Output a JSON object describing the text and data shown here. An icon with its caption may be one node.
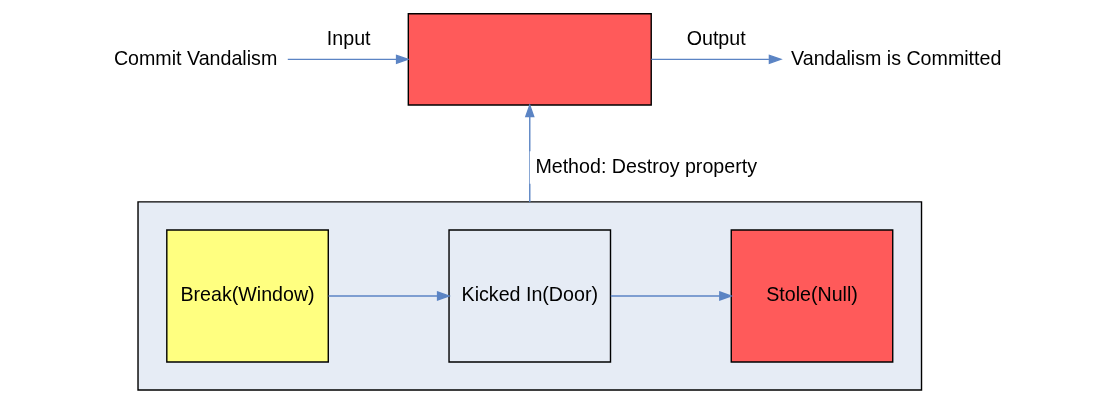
{
  "diagram": {
    "nodes": [
      {
        "text": [
          "Commit Vandalism"
        ]
      },
      {
        "text": [],
        "shape": "box"
      },
      {
        "text": [
          "Vandalism is Committed"
        ]
      },
      {
        "text": [],
        "shape": "box"
      },
      {
        "text": [
          "Break(Window)"
        ],
        "in": 3
      },
      {
        "text": [
          "Kicked In(Door)"
        ],
        "in": 3
      },
      {
        "text": [
          "Stole(Null)"
        ],
        "in": 3
      }
    ],
    "edges": [
      {
        "from": 0,
        "to": 1,
        "arrow": "to",
        "label": "Input"
      },
      {
        "from": 1,
        "to": 2,
        "arrow": "to",
        "label": "Output"
      },
      {
        "from": 3,
        "to": 1,
        "arrow": "to",
        "label": "Method: Destroy property"
      },
      {
        "from": 4,
        "to": 5,
        "arrow": "to"
      },
      {
        "from": 5,
        "to": 6,
        "arrow": "to"
      }
    ]
  }
}
